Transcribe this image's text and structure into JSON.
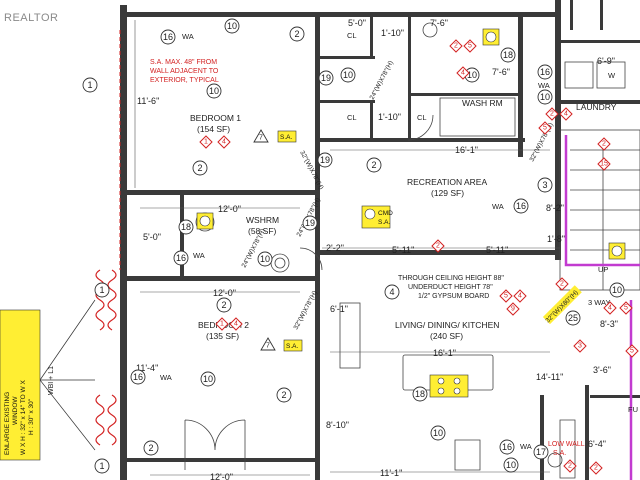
{
  "watermark": "REALTOR",
  "rooms": {
    "bedroom1": {
      "name": "BEDROOM 1",
      "area": "(154 SF)"
    },
    "bedroom2": {
      "name": "BEDROOM 2",
      "area": "(135 SF)"
    },
    "washroom": {
      "name": "WSHRM",
      "area": "(58 SF)"
    },
    "recreation": {
      "name": "RECREATION AREA",
      "area": "(129 SF)"
    },
    "living": {
      "name": "LIVING/ DINING/ KITCHEN",
      "area": "(240 SF)"
    },
    "laundry": {
      "name": "LAUNDRY"
    },
    "wash_rm": {
      "name": "WASH RM"
    },
    "closet": "CL"
  },
  "notes": {
    "sa_max": [
      "S.A. MAX. 48\" FROM",
      "WALL ADJACENT TO",
      "EXTERIOR, TYPICAL"
    ],
    "ceiling": [
      "THROUGH CEILING HEIGHT 88\"",
      "UNDERDUCT HEIGHT 78\"",
      "1/2\" GYPSUM BOARD"
    ],
    "window": [
      "ENLARGE EXISTING",
      "WINDOW",
      "W X H : 32\" x 14\" TO W X",
      "H : 30\" x 30\""
    ],
    "wbi": "WBI + L1",
    "low_wall": "LOW WALL",
    "three_way": "3 WAY",
    "up": "UP",
    "sa": "S.A.",
    "cmd": "CMD",
    "fu": "FU",
    "wa": "WA",
    "w": "W"
  },
  "dimensions": {
    "d_11_6": "11'-6\"",
    "d_5_0_top": "5'-0\"",
    "d_7_6_top": "7'-6\"",
    "d_1_10a": "1'-10\"",
    "d_6_9": "6'-9\"",
    "d_7_6_side": "7'-6\"",
    "d_1_10b": "1'-10\"",
    "d_16_1a": "16'-1\"",
    "d_12_0a": "12'-0\"",
    "d_5_0_side": "5'-0\"",
    "d_8_2": "8'-2\"",
    "d_2_2": "2'-2\"",
    "d_5_11a": "5'-11\"",
    "d_5_11b": "5'-11\"",
    "d_1_8": "1'-8\"",
    "d_12_0b": "12'-0\"",
    "d_6_1": "6'-1\"",
    "d_8_3": "8'-3\"",
    "d_16_1b": "16'-1\"",
    "d_11_4": "11'-4\"",
    "d_14_11": "14'-11\"",
    "d_3_6": "3'-6\"",
    "d_8_10": "8'-10\"",
    "d_6_4": "6'-4\"",
    "d_11_1": "11'-1\"",
    "d_12_0c": "12'-0\""
  },
  "windows": {
    "w1": "24\"(W)X78\"(H)",
    "w2": "32\"(W)X78\"(H)",
    "w3": "32\"(W)X78\"(H)",
    "w4": "24\"(W)X78\"(H)",
    "w5": "24\"(W)X78\"(H)",
    "w6": "32\"(W)X78\"(H)",
    "w7": "32\"(W)X80\"(H)"
  },
  "callouts": {
    "c1": "1",
    "c2": "2",
    "c3": "3",
    "c4": "4",
    "c5": "5",
    "c7": "7",
    "c9": "9",
    "c10": "10",
    "c15": "15",
    "c16": "16",
    "c17": "17",
    "c18": "18",
    "c19": "19",
    "c25": "25"
  }
}
